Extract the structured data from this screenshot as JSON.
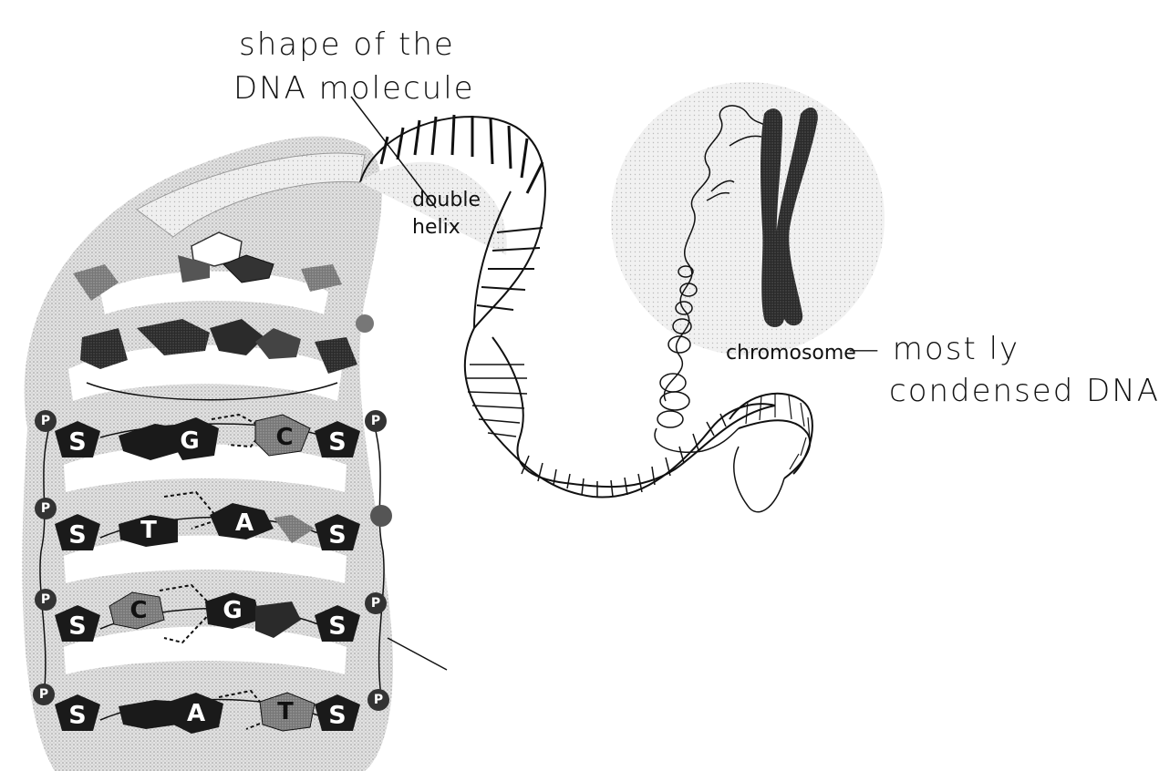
{
  "annotations": {
    "title_line1": "shape of the",
    "title_line2": "DNA molecule",
    "chromosome_note_line1": "— most ly",
    "chromosome_note_line2": "condensed DNA"
  },
  "labels": {
    "double_helix_line1": "double",
    "double_helix_line2": "helix",
    "chromosome": "chromosome"
  },
  "ladder": {
    "sugar_label": "S",
    "phosphate_label": "P",
    "rungs": [
      {
        "left": "G",
        "right": "C"
      },
      {
        "left": "T",
        "right": "A"
      },
      {
        "left": "C",
        "right": "G"
      },
      {
        "left": "A",
        "right": "T"
      }
    ]
  },
  "colors": {
    "ink": "#111111",
    "shading": "#cfcfcf",
    "base_dark": "#1a1a1a",
    "chromosome": "#4a4a4a"
  }
}
